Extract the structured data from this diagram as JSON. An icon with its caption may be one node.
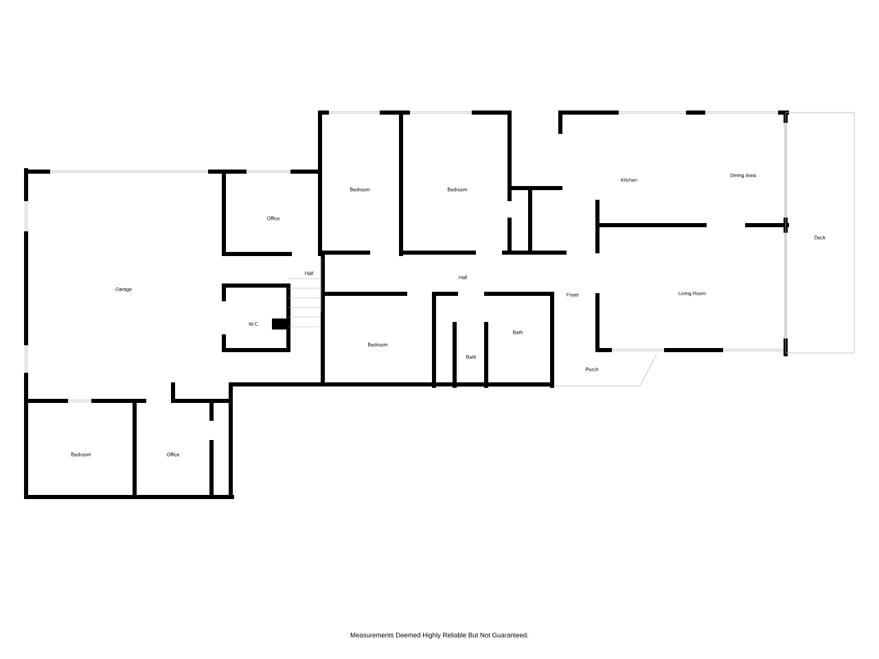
{
  "diagram": {
    "labels": [
      "Bedroom",
      "Bedroom",
      "Kitchen",
      "Dining Area",
      "Office",
      "Deck",
      "Hall",
      "Hall",
      "Garage",
      "Foyer",
      "Living Room",
      "W.C.",
      "Bath",
      "Bedroom",
      "Bath",
      "Porch",
      "Bedroom",
      "Office",
      "Measurements Deemed Highly Reliable But Not Guaranteed."
    ]
  }
}
